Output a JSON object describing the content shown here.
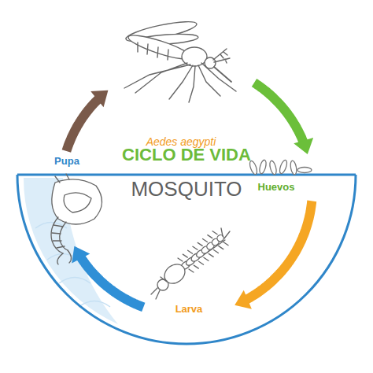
{
  "diagram": {
    "title": "CICLO DE VIDA",
    "nodes": [
      {
        "text": [
          "Aedes aegypti"
        ]
      },
      {
        "text": [
          "Huevos"
        ]
      },
      {
        "text": [
          "Larva"
        ]
      },
      {
        "text": [
          "Pupa"
        ]
      }
    ],
    "edges": [
      {
        "from": 0,
        "to": 1,
        "arrow": "to"
      },
      {
        "from": 1,
        "to": 2,
        "arrow": "to"
      },
      {
        "from": 2,
        "to": 3,
        "arrow": "to"
      },
      {
        "from": 3,
        "to": 0,
        "arrow": "to"
      }
    ],
    "labels": [
      "MOSQUITO"
    ]
  }
}
